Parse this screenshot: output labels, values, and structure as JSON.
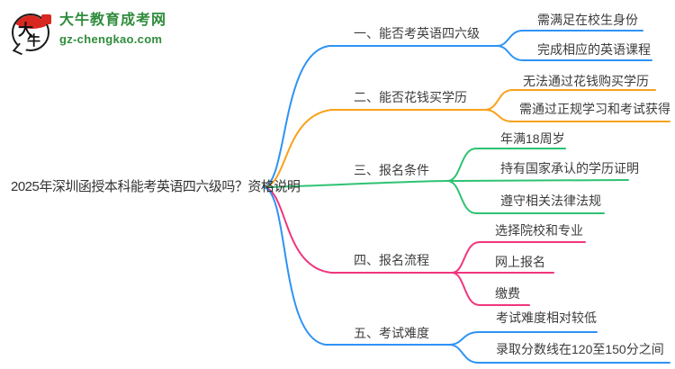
{
  "logo": {
    "mark_char_1": "大",
    "mark_char_2": "牛",
    "site_name": "大牛教育成考网",
    "site_domain": "gz-chengkao.com"
  },
  "root": {
    "title": "2025年深圳函授本科能考英语四六级吗？资格说明"
  },
  "branches": [
    {
      "label": "一、能否考英语四六级",
      "color": "#2E93F5",
      "children": [
        "需满足在校生身份",
        "完成相应的英语课程"
      ]
    },
    {
      "label": "二、能否花钱买学历",
      "color": "#F9A11B",
      "children": [
        "无法通过花钱购买学历",
        "需通过正规学习和考试获得"
      ]
    },
    {
      "label": "三、报名条件",
      "color": "#2EC272",
      "children": [
        "年满18周岁",
        "持有国家承认的学历证明",
        "遵守相关法律法规"
      ]
    },
    {
      "label": "四、报名流程",
      "color": "#F0357E",
      "children": [
        "选择院校和专业",
        "网上报名",
        "缴费"
      ]
    },
    {
      "label": "五、考试难度",
      "color": "#2E93F5",
      "children": [
        "考试难度相对较低",
        "录取分数线在120至150分之间"
      ]
    }
  ],
  "colors": {
    "brand-green": "#2F8C3C",
    "logo-red": "#D8281F",
    "text-dark": "#3C3C3C",
    "line-blue": "#2E93F5",
    "line-orange": "#F9A11B",
    "line-green": "#2EC272",
    "line-pink": "#F0357E"
  }
}
